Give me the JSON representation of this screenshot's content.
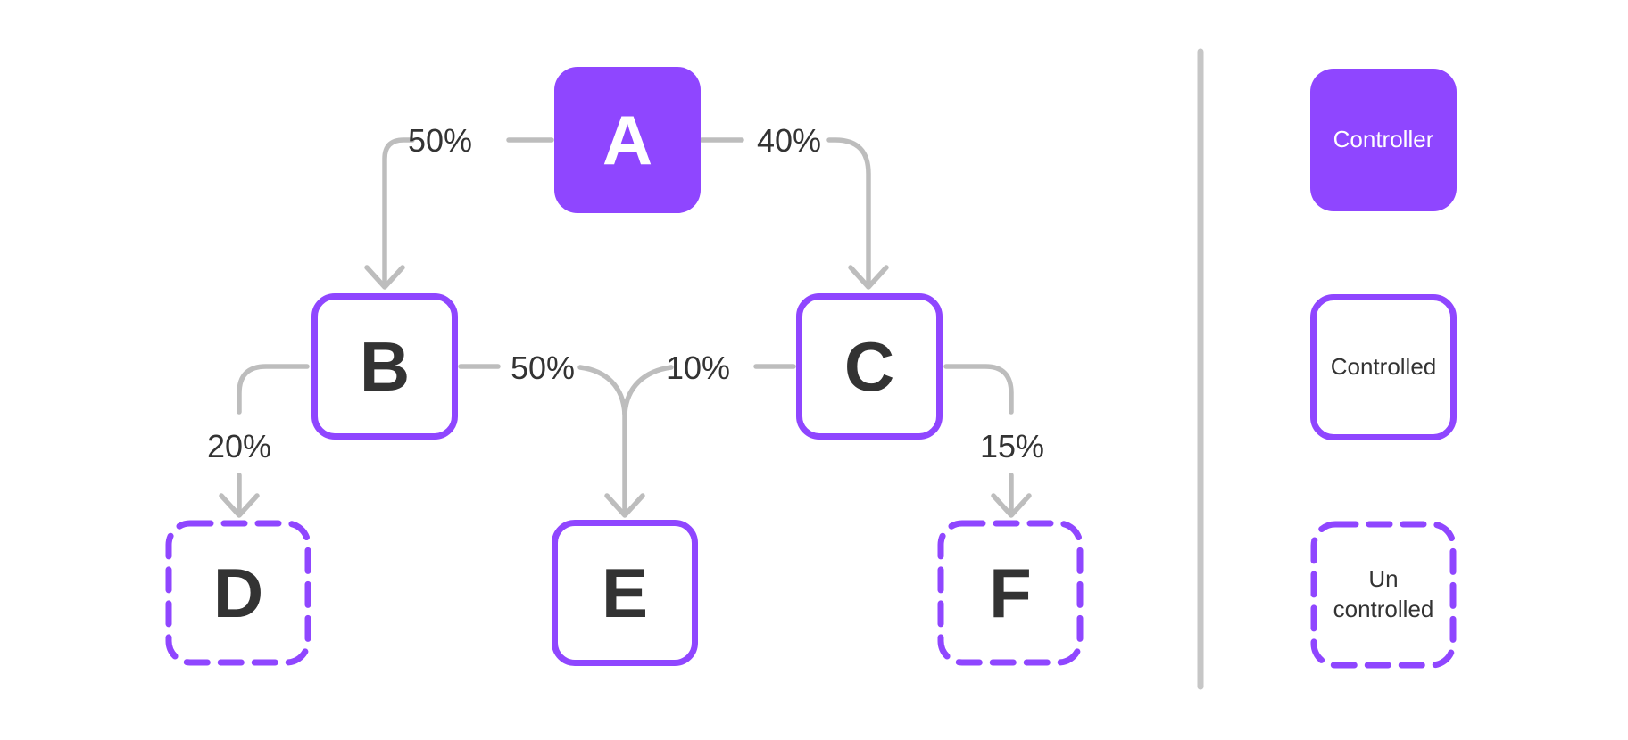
{
  "colors": {
    "purple": "#8F46FF",
    "arrow_gray": "#BDBDBD",
    "divider_gray": "#C6C6C6",
    "text_dark": "#333333",
    "text_on_purple": "#ffffff",
    "background": "#ffffff"
  },
  "diagram": {
    "nodes": [
      {
        "id": "A",
        "label": "A",
        "style": "controller"
      },
      {
        "id": "B",
        "label": "B",
        "style": "controlled"
      },
      {
        "id": "C",
        "label": "C",
        "style": "controlled"
      },
      {
        "id": "D",
        "label": "D",
        "style": "uncontrolled"
      },
      {
        "id": "E",
        "label": "E",
        "style": "controlled"
      },
      {
        "id": "F",
        "label": "F",
        "style": "uncontrolled"
      }
    ],
    "edges": [
      {
        "from": "A",
        "to": "B",
        "label": "50%"
      },
      {
        "from": "A",
        "to": "C",
        "label": "40%"
      },
      {
        "from": "B",
        "to": "D",
        "label": "20%"
      },
      {
        "from": "B",
        "to": "E",
        "label": "50%"
      },
      {
        "from": "C",
        "to": "E",
        "label": "10%"
      },
      {
        "from": "C",
        "to": "F",
        "label": "15%"
      }
    ]
  },
  "legend": {
    "items": [
      {
        "label": "Controller",
        "style": "controller"
      },
      {
        "label": "Controlled",
        "style": "controlled"
      },
      {
        "label": "Un controlled",
        "style": "uncontrolled",
        "lines": [
          "Un",
          "controlled"
        ]
      }
    ]
  }
}
